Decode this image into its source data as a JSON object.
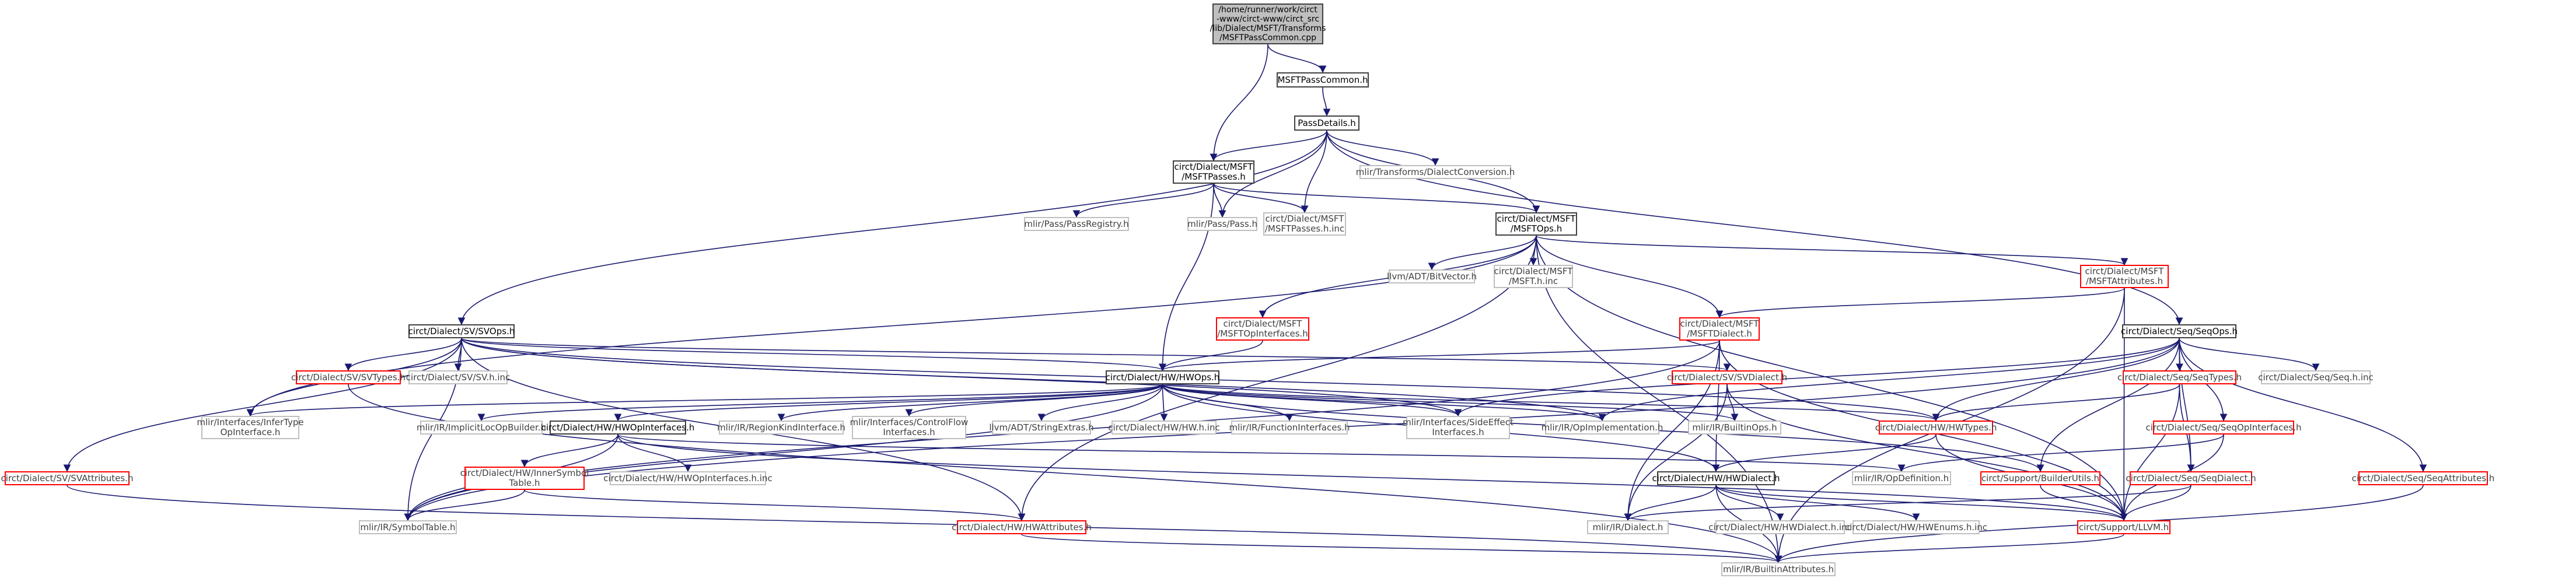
{
  "nodes": {
    "root": "/home/runner/work/circt\n-www/circt-www/circt_src\n/lib/Dialect/MSFT/Transforms\n/MSFTPassCommon.cpp",
    "msftPassCommon": "MSFTPassCommon.h",
    "passDetails": "PassDetails.h",
    "msftPasses": "circt/Dialect/MSFT\n/MSFTPasses.h",
    "dialectConversion": "mlir/Transforms/DialectConversion.h",
    "passRegistry": "mlir/Pass/PassRegistry.h",
    "pass": "mlir/Pass/Pass.h",
    "msftPassesInc": "circt/Dialect/MSFT\n/MSFTPasses.h.inc",
    "msftOps": "circt/Dialect/MSFT\n/MSFTOps.h",
    "bitVector": "llvm/ADT/BitVector.h",
    "msftHInc": "circt/Dialect/MSFT\n/MSFT.h.inc",
    "msftAttributes": "circt/Dialect/MSFT\n/MSFTAttributes.h",
    "msftOpInterfaces": "circt/Dialect/MSFT\n/MSFTOpInterfaces.h",
    "msftDialect": "circt/Dialect/MSFT\n/MSFTDialect.h",
    "svOps": "circt/Dialect/SV/SVOps.h",
    "seqOps": "circt/Dialect/Seq/SeqOps.h",
    "svTypes": "circt/Dialect/SV/SVTypes.h",
    "svHInc": "circt/Dialect/SV/SV.h.inc",
    "hwOps": "circt/Dialect/HW/HWOps.h",
    "svDialect": "circt/Dialect/SV/SVDialect.h",
    "seqTypes": "circt/Dialect/Seq/SeqTypes.h",
    "seqHInc": "circt/Dialect/Seq/Seq.h.inc",
    "inferType": "mlir/Interfaces/InferType\nOpInterface.h",
    "implicitLoc": "mlir/IR/ImplicitLocOpBuilder.h",
    "regionKind": "mlir/IR/RegionKindInterface.h",
    "controlFlow": "mlir/Interfaces/ControlFlow\nInterfaces.h",
    "stringExtras": "llvm/ADT/StringExtras.h",
    "hwHInc": "circt/Dialect/HW/HW.h.inc",
    "functionInterfaces": "mlir/IR/FunctionInterfaces.h",
    "sideEffect": "mlir/Interfaces/SideEffect\nInterfaces.h",
    "opImplementation": "mlir/IR/OpImplementation.h",
    "builtinOps": "mlir/IR/BuiltinOps.h",
    "hwTypes": "circt/Dialect/HW/HWTypes.h",
    "seqOpInterfaces": "circt/Dialect/Seq/SeqOpInterfaces.h",
    "svAttributes": "circt/Dialect/SV/SVAttributes.h",
    "hwOpInterfaces": "circt/Dialect/HW/HWOpInterfaces.h",
    "hwOpInterfacesInc": "circt/Dialect/HW/HWOpInterfaces.h.inc",
    "innerSymbolTable": "circt/Dialect/HW/InnerSymbol\nTable.h",
    "opDefinition": "mlir/IR/OpDefinition.h",
    "builderUtils": "circt/Support/BuilderUtils.h",
    "seqDialect": "circt/Dialect/Seq/SeqDialect.h",
    "seqAttributes": "circt/Dialect/Seq/SeqAttributes.h",
    "hwDialect": "circt/Dialect/HW/HWDialect.h",
    "symbolTable": "mlir/IR/SymbolTable.h",
    "hwAttributes": "circt/Dialect/HW/HWAttributes.h",
    "mlirDialect": "mlir/IR/Dialect.h",
    "hwDialectInc": "circt/Dialect/HW/HWDialect.h.inc",
    "hwEnumsInc": "circt/Dialect/HW/HWEnums.h.inc",
    "llvmH": "circt/Support/LLVM.h",
    "builtinAttributes": "mlir/IR/BuiltinAttributes.h"
  },
  "colors": {
    "edge": "#191970",
    "documented": "#404040",
    "undocumented": "#ff0000",
    "external": "#bfbfbf",
    "root_fill": "#bfbfbf"
  }
}
